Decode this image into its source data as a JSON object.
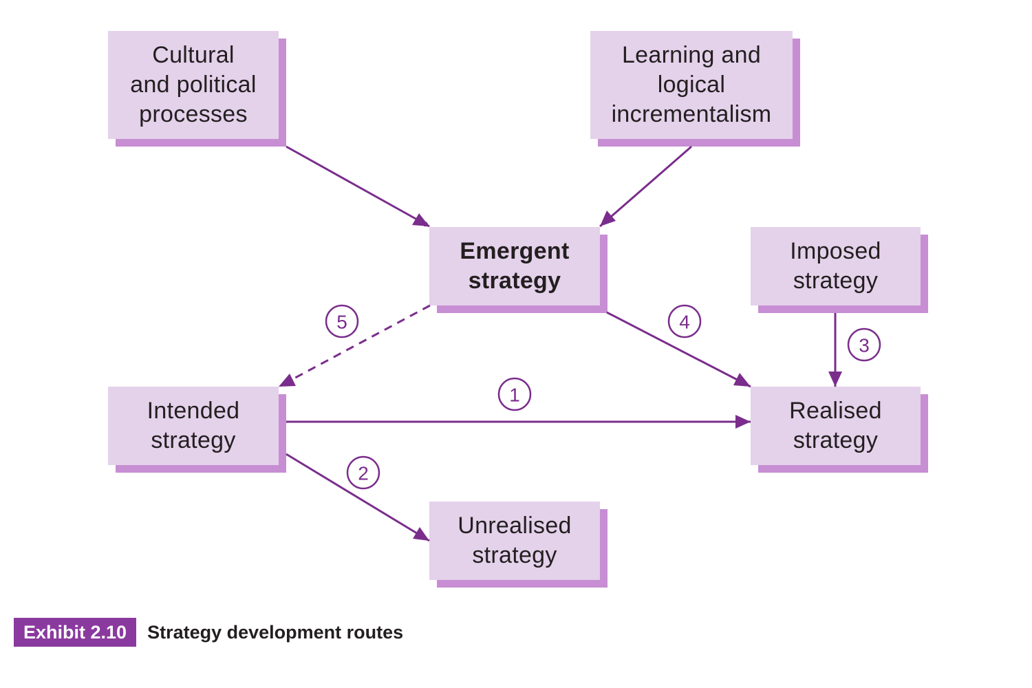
{
  "boxes": {
    "cultural": "Cultural\nand political\nprocesses",
    "learning": "Learning and\nlogical\nincrementalism",
    "emergent": "Emergent\nstrategy",
    "imposed": "Imposed\nstrategy",
    "intended": "Intended\nstrategy",
    "realised": "Realised\nstrategy",
    "unrealised": "Unrealised\nstrategy"
  },
  "route_numbers": {
    "r1": "1",
    "r2": "2",
    "r3": "3",
    "r4": "4",
    "r5": "5"
  },
  "caption": {
    "tag": "Exhibit 2.10",
    "title": "Strategy development routes"
  },
  "colors": {
    "box_fill": "#e4d1ea",
    "box_shadow": "#c78ed3",
    "arrow": "#7a2d8c",
    "caption_tag": "#8a3a9e"
  }
}
